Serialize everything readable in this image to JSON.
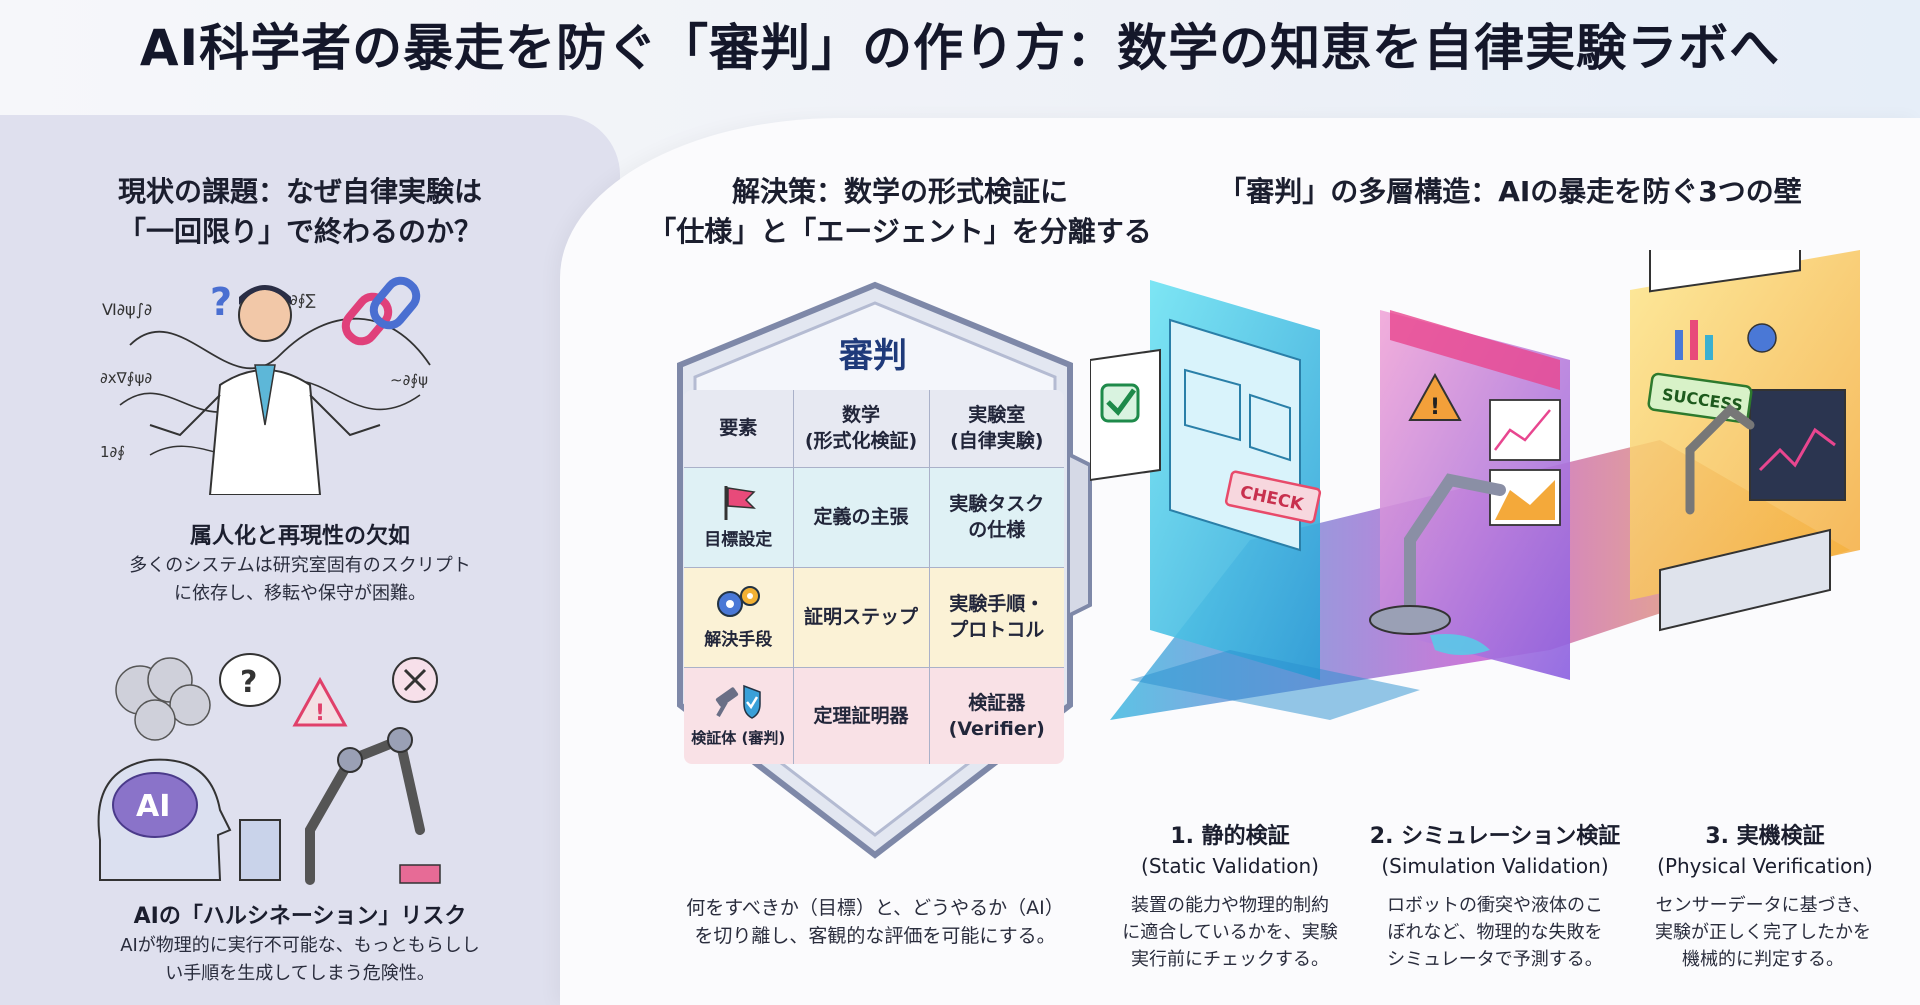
{
  "title": "AI科学者の暴走を防ぐ「審判」の作り方：数学の知恵を自律実験ラボへ",
  "left": {
    "heading_line1": "現状の課題：なぜ自律実験は",
    "heading_line2": "「一回限り」で終わるのか？",
    "issue1": {
      "title": "属人化と再現性の欠如",
      "line1": "多くのシステムは研究室固有のスクリプト",
      "line2": "に依存し、移転や保守が困難。"
    },
    "issue2": {
      "title": "AIの「ハルシネーション」リスク",
      "line1": "AIが物理的に実行不可能な、もっともらしし",
      "line2": "い手順を生成してしまう危険性。"
    },
    "brain_label": "AI"
  },
  "center": {
    "heading_line1": "解決策：数学の形式検証に",
    "heading_line2": "「仕様」と「エージェント」を分離する",
    "shield_title": "審判",
    "table": {
      "header": [
        "要素",
        "数学\n(形式化検証)",
        "実験室\n(自律実験)"
      ],
      "rows": [
        {
          "element": "目標設定",
          "math": "定義の主張",
          "lab": "実験タスク\nの仕様",
          "icon": "flag-icon"
        },
        {
          "element": "解決手段",
          "math": "証明ステップ",
          "lab": "実験手順・\nプロトコル",
          "icon": "gears-icon"
        },
        {
          "element": "検証体 (審判)",
          "math": "定理証明器",
          "lab": "検証器\n(Verifier)",
          "icon": "gavel-shield-icon"
        }
      ]
    },
    "caption_line1": "何をすべきか（目標）と、どうやるか（AI）",
    "caption_line2": "を切り離し、客観的な評価を可能にする。"
  },
  "right": {
    "heading": "「審判」の多層構造：AIの暴走を防ぐ3つの壁",
    "check_label": "CHECK",
    "success_label": "SUCCESS",
    "columns": [
      {
        "title": "1. 静的検証",
        "subtitle": "(Static Validation)",
        "line1": "装置の能力や物理的制約",
        "line2": "に適合しているかを、実験",
        "line3": "実行前にチェックする。"
      },
      {
        "title": "2. シミュレーション検証",
        "subtitle": "(Simulation Validation)",
        "line1": "ロボットの衝突や液体のこ",
        "line2": "ぼれなど、物理的な失敗を",
        "line3": "シミュレータで予測する。"
      },
      {
        "title": "3. 実機検証",
        "subtitle": "(Physical Verification)",
        "line1": "センサーデータに基づき、",
        "line2": "実験が正しく完了したかを",
        "line3": "機械的に判定する。"
      }
    ]
  },
  "colors": {
    "left_bg": "#dfe0ee",
    "cyan": "#34c3e0",
    "magenta": "#e8468f",
    "yellow": "#f7c93a",
    "check_red": "#e84a6a"
  }
}
